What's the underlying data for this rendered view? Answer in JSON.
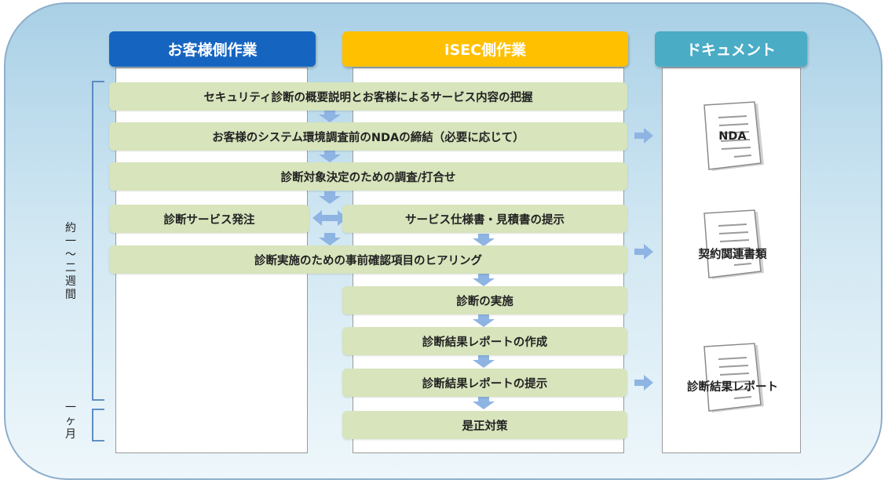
{
  "headers": {
    "customer": "お客様側作業",
    "isec": "iSEC側作業",
    "documents": "ドキュメント"
  },
  "steps": {
    "s1": "セキュリティ診断の概要説明とお客様によるサービス内容の把握",
    "s2": "お客様のシステム環境調査前のNDAの締結（必要に応じて）",
    "s3": "診断対象決定のための調査/打合せ",
    "s4a": "診断サービス発注",
    "s4b": "サービス仕様書・見積書の提示",
    "s5": "診断実施のための事前確認項目のヒアリング",
    "s6": "診断の実施",
    "s7": "診断結果レポートの作成",
    "s8": "診断結果レポートの提示",
    "s9": "是正対策"
  },
  "docs": {
    "d1": "NDA",
    "d2": "契約関連書類",
    "d3": "診断結果レポート"
  },
  "periods": {
    "p1": [
      "約",
      "一",
      "～",
      "二",
      "週",
      "間"
    ],
    "p2": [
      "一",
      "ヶ",
      "月"
    ]
  },
  "colors": {
    "customer_header": "#1565c0",
    "isec_header": "#ffc000",
    "documents_header": "#4bacc6",
    "step_fill": "#d7e4bc",
    "arrow": "#8eb4e3",
    "bracket": "#4f81bd"
  }
}
